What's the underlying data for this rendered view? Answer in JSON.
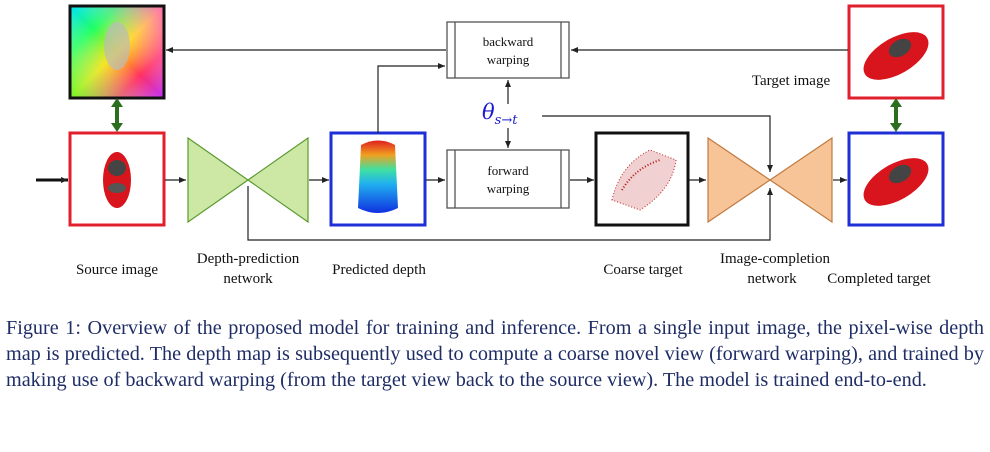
{
  "labels": {
    "source_image": "Source image",
    "depth_net_line1": "Depth-prediction",
    "depth_net_line2": "network",
    "predicted_depth": "Predicted depth",
    "coarse_target": "Coarse target",
    "completion_net_line1": "Image-completion",
    "completion_net_line2": "network",
    "completed_target": "Completed target",
    "target_image": "Target image"
  },
  "boxes": {
    "backward_line1": "backward",
    "backward_line2": "warping",
    "forward_line1": "forward",
    "forward_line2": "warping"
  },
  "theta": {
    "symbol": "θ",
    "subscript": "s→t"
  },
  "caption": "Figure 1:  Overview of the proposed model for training and inference. From a single input image, the pixel-wise depth map is predicted. The depth map is subsequently used to compute a coarse novel view (forward warping), and trained by making use of backward warping (from the target view back to the source view). The model is trained end-to-end.",
  "colors": {
    "red_frame": "#e0202c",
    "blue_frame": "#1f2fd8",
    "green_net": "#cde8a4",
    "orange_net": "#f7c497",
    "double_arrow": "#2a6e1e",
    "theta": "#1a1acc",
    "caption": "#1f2d66"
  }
}
